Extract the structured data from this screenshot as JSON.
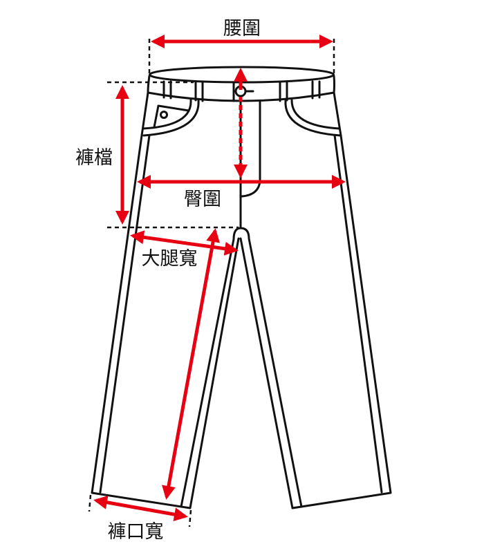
{
  "title": "Pants measurement diagram",
  "labels": {
    "waist": "腰圍",
    "rise": "褲檔",
    "hip": "臀圍",
    "thigh": "大腿寬",
    "hem": "褲口寬"
  },
  "colors": {
    "arrow": "#e60012",
    "outline": "#111111"
  }
}
